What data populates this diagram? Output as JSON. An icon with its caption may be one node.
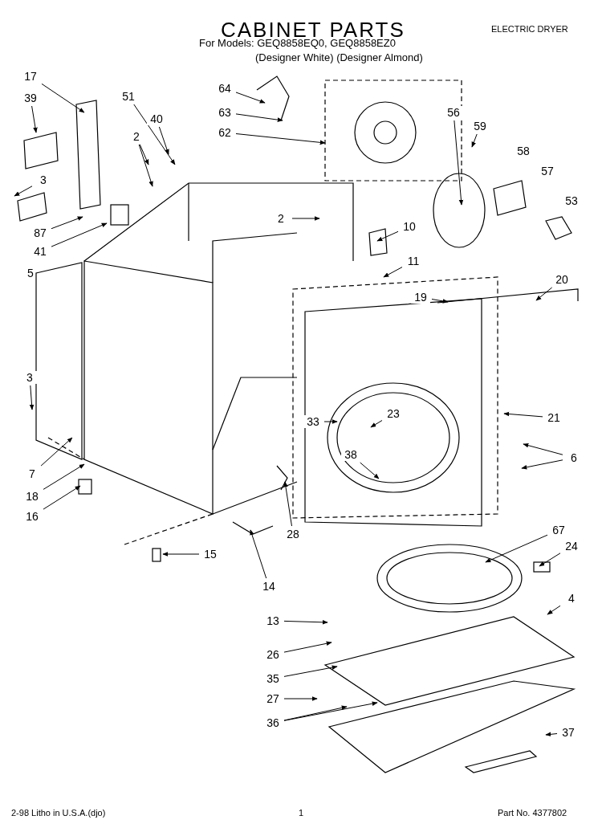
{
  "diagram": {
    "title": "CABINET PARTS",
    "nodes": [
      {
        "text": [
          "64"
        ]
      },
      {
        "text": [
          "17"
        ]
      },
      {
        "text": [
          "51"
        ]
      },
      {
        "text": [
          "39"
        ]
      },
      {
        "text": [
          "63"
        ]
      },
      {
        "text": [
          "40"
        ]
      },
      {
        "text": [
          "56"
        ]
      },
      {
        "text": [
          "59"
        ]
      },
      {
        "text": [
          "62"
        ]
      },
      {
        "text": [
          "2"
        ]
      },
      {
        "text": [
          "58"
        ]
      },
      {
        "text": [
          "57"
        ]
      },
      {
        "text": [
          "3"
        ]
      },
      {
        "text": [
          "53"
        ]
      },
      {
        "text": [
          "2"
        ]
      },
      {
        "text": [
          "10"
        ]
      },
      {
        "text": [
          "87"
        ]
      },
      {
        "text": [
          "41"
        ]
      },
      {
        "text": [
          "11"
        ]
      },
      {
        "text": [
          "20"
        ]
      },
      {
        "text": [
          "19"
        ]
      },
      {
        "text": [
          "3"
        ]
      },
      {
        "text": [
          "21"
        ]
      },
      {
        "text": [
          "33"
        ]
      },
      {
        "text": [
          "23"
        ]
      },
      {
        "text": [
          "38"
        ]
      },
      {
        "text": [
          "6"
        ]
      },
      {
        "text": [
          "7"
        ]
      },
      {
        "text": [
          "18"
        ]
      },
      {
        "text": [
          "16"
        ]
      },
      {
        "text": [
          "67"
        ]
      },
      {
        "text": [
          "28"
        ]
      },
      {
        "text": [
          "24"
        ]
      },
      {
        "text": [
          "15"
        ]
      },
      {
        "text": [
          "14"
        ]
      },
      {
        "text": [
          "4"
        ]
      },
      {
        "text": [
          "13"
        ]
      },
      {
        "text": [
          "26"
        ]
      },
      {
        "text": [
          "35"
        ]
      },
      {
        "text": [
          "27"
        ]
      },
      {
        "text": [
          "36"
        ]
      },
      {
        "text": [
          "37"
        ]
      }
    ],
    "edges": [
      {
        "from": 0,
        "to": null,
        "arrow": "to"
      },
      {
        "from": 1,
        "to": null,
        "arrow": "to"
      },
      {
        "from": 2,
        "to": null,
        "arrow": "to"
      },
      {
        "from": 3,
        "to": null,
        "arrow": "to"
      },
      {
        "from": 4,
        "to": null,
        "arrow": "to"
      },
      {
        "from": 5,
        "to": null,
        "arrow": "to"
      },
      {
        "from": 6,
        "to": null,
        "arrow": "to"
      },
      {
        "from": 7,
        "to": null,
        "arrow": "to"
      },
      {
        "from": 8,
        "to": null,
        "arrow": "to"
      },
      {
        "from": 9,
        "to": null,
        "arrow": "to"
      },
      {
        "from": 9,
        "to": null,
        "arrow": "to"
      },
      {
        "from": 12,
        "to": null,
        "arrow": "to"
      },
      {
        "from": 14,
        "to": null,
        "arrow": "to"
      },
      {
        "from": 15,
        "to": null,
        "arrow": "to"
      },
      {
        "from": 16,
        "to": null,
        "arrow": "to"
      },
      {
        "from": 17,
        "to": null,
        "arrow": "to"
      },
      {
        "from": 18,
        "to": null,
        "arrow": "to"
      },
      {
        "from": 19,
        "to": null,
        "arrow": "to"
      },
      {
        "from": 20,
        "to": null,
        "arrow": "to"
      },
      {
        "from": 21,
        "to": null,
        "arrow": "to"
      },
      {
        "from": 22,
        "to": null,
        "arrow": "to"
      },
      {
        "from": 23,
        "to": null,
        "arrow": "to"
      },
      {
        "from": 24,
        "to": null,
        "arrow": "to"
      },
      {
        "from": 25,
        "to": null,
        "arrow": "to"
      },
      {
        "from": 26,
        "to": null,
        "arrow": "to"
      },
      {
        "from": 26,
        "to": null,
        "arrow": "to"
      },
      {
        "from": 27,
        "to": null,
        "arrow": "to"
      },
      {
        "from": 28,
        "to": null,
        "arrow": "to"
      },
      {
        "from": 29,
        "to": null,
        "arrow": "to"
      },
      {
        "from": 30,
        "to": null,
        "arrow": "to"
      },
      {
        "from": 31,
        "to": null,
        "arrow": "to"
      },
      {
        "from": 32,
        "to": null,
        "arrow": "to"
      },
      {
        "from": 33,
        "to": null,
        "arrow": "to"
      },
      {
        "from": 34,
        "to": null,
        "arrow": "to"
      },
      {
        "from": 35,
        "to": null,
        "arrow": "to"
      },
      {
        "from": 36,
        "to": null,
        "arrow": "to"
      },
      {
        "from": 37,
        "to": null,
        "arrow": "to"
      },
      {
        "from": 38,
        "to": null,
        "arrow": "to"
      },
      {
        "from": 39,
        "to": null,
        "arrow": "to"
      },
      {
        "from": 40,
        "to": null,
        "arrow": "to"
      },
      {
        "from": 40,
        "to": null,
        "arrow": "to"
      },
      {
        "from": 41,
        "to": null,
        "arrow": "to"
      }
    ],
    "labels": [
      "ELECTRIC DRYER",
      "For Models: GEQ8858EQ0, GEQ8858EZ0",
      "(Designer White) (Designer Almond)",
      "5",
      "2-98 Litho in U.S.A.(djo)",
      "1",
      "Part No. 4377802"
    ]
  }
}
